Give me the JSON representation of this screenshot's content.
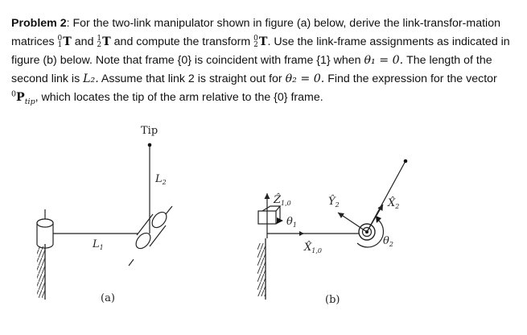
{
  "problem": {
    "heading": "Problem 2",
    "t1": ": For the two-link manipulator shown in figure (a) below, derive the link-transfor-mation matrices ",
    "mat1_sup": "0",
    "mat1_sub": "1",
    "t2": "and ",
    "mat2_sup": "1",
    "mat2_sub": "2",
    "t3": "and compute the transform ",
    "mat3_sup": "0",
    "mat3_sub": "2",
    "t4": ". Use the link-frame assignments as indicated in figure (b) below. Note that frame {0} is coincident with frame {1} when ",
    "theta1_cond": "θ₁ = 0.",
    "t5": " The length of the second link is ",
    "L2": "L₂.",
    "t6": " Assume that link 2 is straight out for ",
    "theta2_cond": "θ₂ = 0.",
    "t7": " Find the expression for the vector ",
    "vec_sup": "0",
    "vec": "P",
    "vec_sub": "tip",
    "t8": ", which locates the tip of the arm relative to the {0} frame.",
    "T": "T"
  },
  "figure_a": {
    "tip_label": "Tip",
    "L2_label": "L",
    "L2_sub": "2",
    "L1_label": "L",
    "L1_sub": "1",
    "caption": "(a)"
  },
  "figure_b": {
    "z_label": "Ẑ",
    "z_sub": "1,0",
    "theta1_label": "θ",
    "theta1_sub": "1",
    "x10_label": "X̂",
    "x10_sub": "1,0",
    "y2_label": "Ŷ",
    "y2_sub": "2",
    "x2_label": "X̂",
    "x2_sub": "2",
    "theta2_label": "θ",
    "theta2_sub": "2",
    "caption": "(b)"
  }
}
